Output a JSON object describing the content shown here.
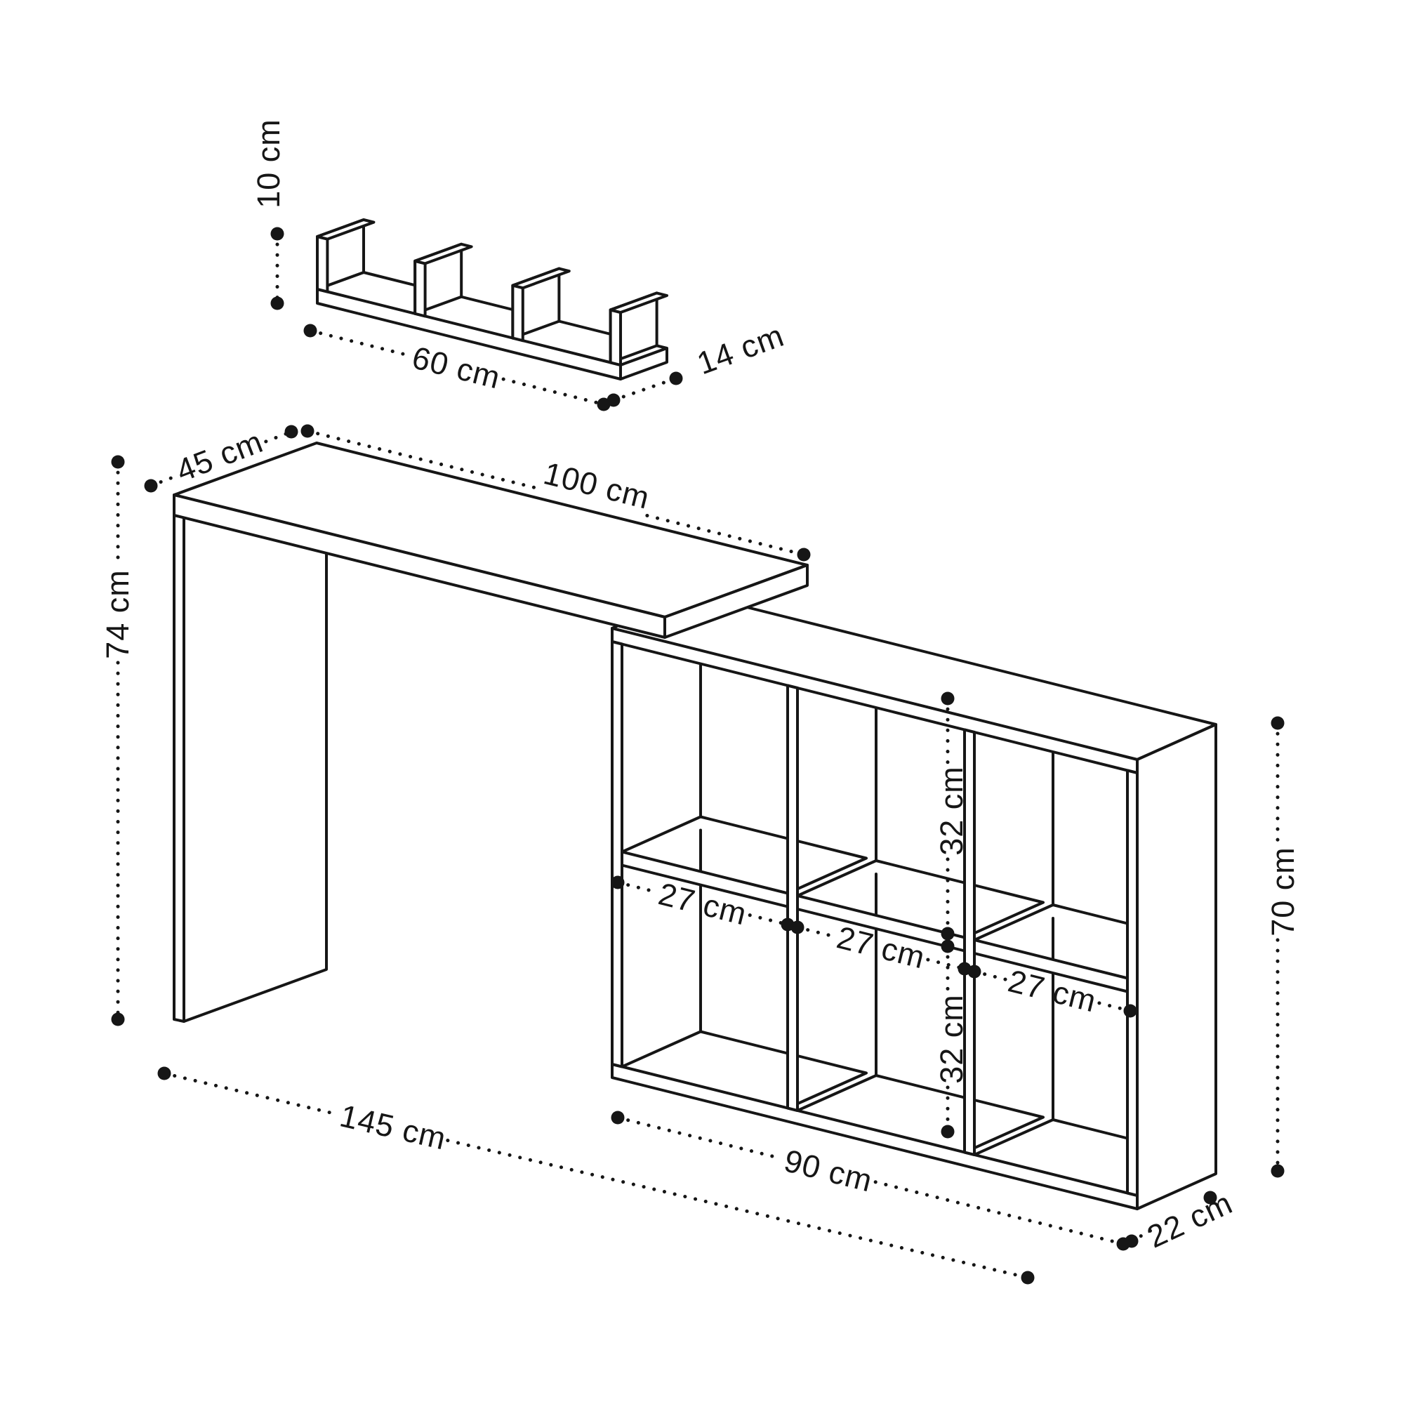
{
  "page": {
    "type": "furniture-dimension-diagram",
    "background": "#ffffff",
    "unit": "cm"
  },
  "colors": {
    "line": "#161616",
    "label": "#161616",
    "dot": "#161616"
  },
  "labels": [
    {
      "id": "wall-shelf-height",
      "text": "10 cm"
    },
    {
      "id": "wall-shelf-width",
      "text": "60 cm"
    },
    {
      "id": "wall-shelf-depth",
      "text": "14 cm"
    },
    {
      "id": "desk-depth",
      "text": "45 cm"
    },
    {
      "id": "desk-width",
      "text": "100 cm"
    },
    {
      "id": "desk-height",
      "text": "74 cm"
    },
    {
      "id": "cubby-height-upper",
      "text": "32 cm"
    },
    {
      "id": "cubby-height-lower",
      "text": "32 cm"
    },
    {
      "id": "cubby-width-1",
      "text": "27 cm"
    },
    {
      "id": "cubby-width-2",
      "text": "27 cm"
    },
    {
      "id": "cubby-width-3",
      "text": "27 cm"
    },
    {
      "id": "shelf-unit-height",
      "text": "70 cm"
    },
    {
      "id": "shelf-unit-width",
      "text": "90 cm"
    },
    {
      "id": "shelf-unit-depth",
      "text": "22 cm"
    },
    {
      "id": "total-width",
      "text": "145 cm"
    }
  ],
  "components": {
    "wall_shelf": {
      "name": "wall shelf with 4 dividers",
      "width": "60 cm",
      "depth": "14 cm",
      "height": "10 cm"
    },
    "desk": {
      "name": "desk",
      "width": "100 cm",
      "depth": "45 cm",
      "height": "74 cm"
    },
    "shelf_unit": {
      "name": "six cube bookcase",
      "width": "90 cm",
      "depth": "22 cm",
      "height": "70 cm",
      "compartment_width": "27 cm",
      "compartment_height": "32 cm"
    },
    "combined": {
      "total_width": "145 cm"
    }
  }
}
